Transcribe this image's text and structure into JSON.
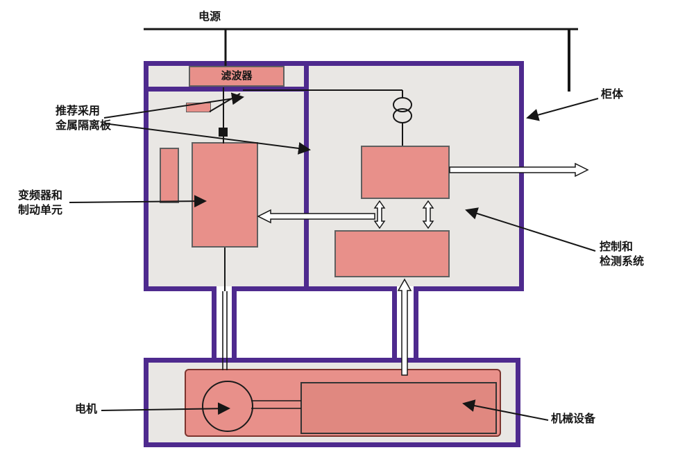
{
  "labels": {
    "power": "电源",
    "filter": "滤波器",
    "isolation": "推荐采用\n金属隔离板",
    "inverter": "变频器和\n制动单元",
    "cabinet": "柜体",
    "control": "控制和\n检测系统",
    "motor": "电机",
    "machine": "机械设备"
  },
  "colors": {
    "frame_purple": "#4e2a8e",
    "box_pink": "#e8908a",
    "box_pink_deep": "#e08880",
    "panel_gray": "#e9e7e4",
    "line_black": "#161616"
  }
}
